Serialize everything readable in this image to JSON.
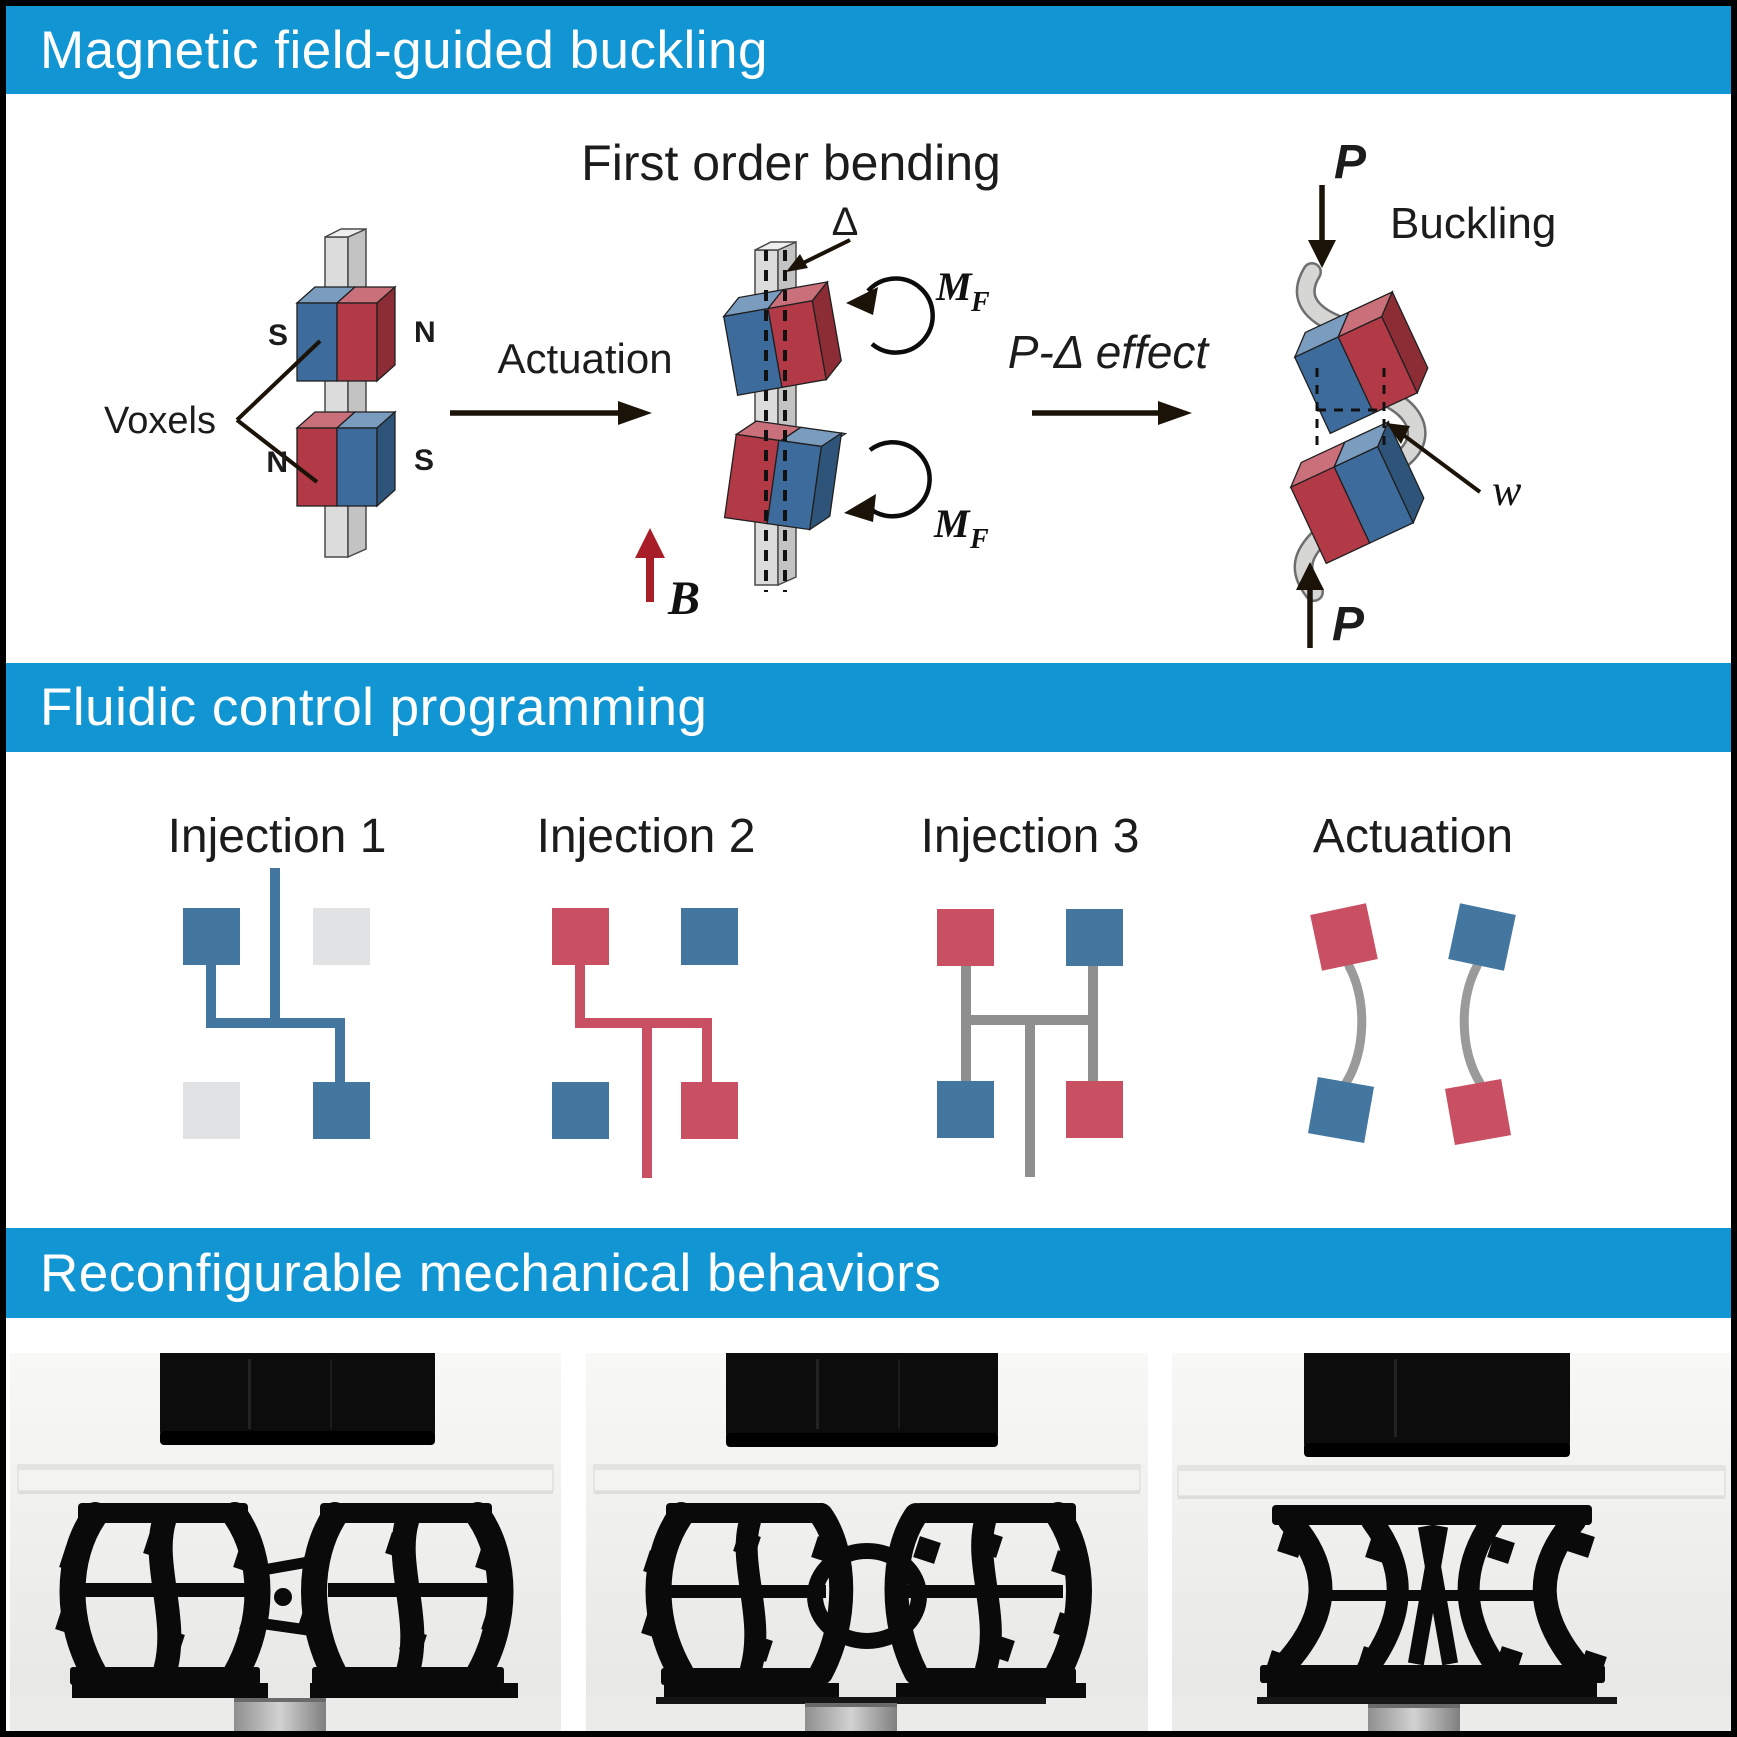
{
  "page": {
    "banner_color": "#1296d3",
    "frame_color": "#000000",
    "background": "#ffffff"
  },
  "sections": {
    "magnetic": {
      "title": "Magnetic field-guided buckling",
      "voxels_label": "Voxels",
      "pole_top_left": "S",
      "pole_top_right": "N",
      "pole_bottom_left": "N",
      "pole_bottom_right": "S",
      "actuation_label": "Actuation",
      "bending_label": "First order bending",
      "delta_label": "Δ",
      "moment_label": "M",
      "moment_sub": "F",
      "field_label": "B",
      "p_delta_label": "P-Δ effect",
      "buckling_label": "Buckling",
      "load_label": "P",
      "deflection_label": "w",
      "colors": {
        "magnet_blue": "#3d6c9c",
        "magnet_red": "#b23a46",
        "beam_gray": "#dcdcdc",
        "field_arrow_red": "#a81e28",
        "pole_s_blue": "#27497b",
        "pole_n_red": "#9c2531"
      }
    },
    "fluidic": {
      "title": "Fluidic control programming",
      "panels": [
        {
          "label": "Injection 1",
          "pipe_color": "#44779f",
          "square_colors": {
            "tl": "#44779f",
            "tr": "#e1e2e3",
            "bl": "#e1e2e3",
            "br": "#44779f"
          }
        },
        {
          "label": "Injection 2",
          "pipe_color": "#c94f62",
          "square_colors": {
            "tl": "#c94f62",
            "tr": "#44779f",
            "bl": "#44779f",
            "br": "#c94f62"
          }
        },
        {
          "label": "Injection 3",
          "pipe_color": "#8f8f8f",
          "square_colors": {
            "tl": "#c94f62",
            "tr": "#44779f",
            "bl": "#44779f",
            "br": "#c94f62"
          }
        },
        {
          "label": "Actuation",
          "pipe_color": "#9a9a9a",
          "square_colors": {
            "tl": "#c94f62",
            "tr": "#44779f",
            "bl": "#44779f",
            "br": "#c94f62"
          }
        }
      ]
    },
    "behaviors": {
      "title": "Reconfigurable mechanical behaviors"
    }
  }
}
